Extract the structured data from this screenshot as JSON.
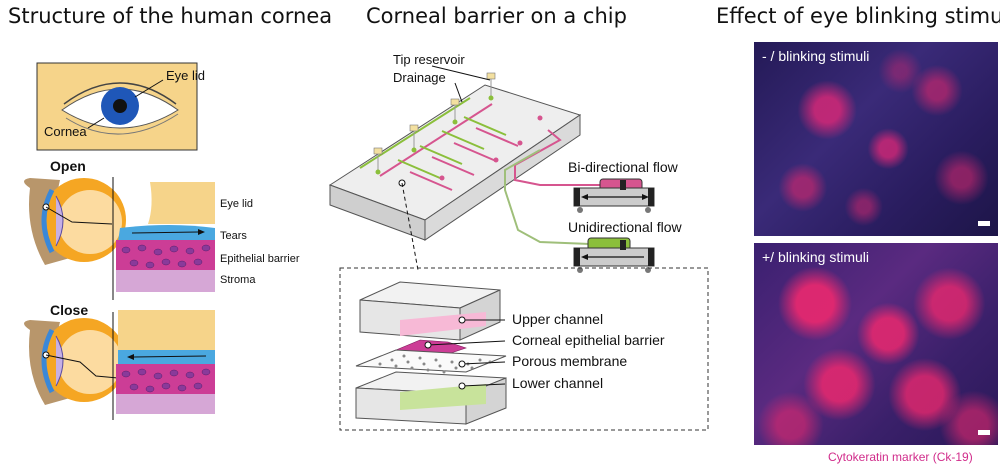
{
  "panels": {
    "left": {
      "title": "Structure of the human cornea",
      "eye_labels": {
        "eye_lid": "Eye lid",
        "cornea": "Cornea"
      },
      "open": {
        "heading": "Open",
        "layers": [
          "Eye lid",
          "Tears",
          "Epithelial barrier",
          "Stroma"
        ]
      },
      "close": {
        "heading": "Close"
      }
    },
    "middle": {
      "title": "Corneal barrier on a chip",
      "chip_labels": {
        "tip_reservoir": "Tip reservoir",
        "drainage": "Drainage"
      },
      "flows": {
        "bi": "Bi-directional flow",
        "uni": "Unidirectional flow"
      },
      "layers": [
        "Upper channel",
        "Corneal epithelial barrier",
        "Porous membrane",
        "Lower channel"
      ]
    },
    "right": {
      "title": "Effect of eye blinking stimuli",
      "images": [
        {
          "caption": "- / blinking stimuli"
        },
        {
          "caption": "+/ blinking stimuli"
        }
      ],
      "footer": "Cytokeratin marker (Ck-19)"
    }
  },
  "colors": {
    "eyelid": "#f6d48a",
    "tears": "#4aa8e0",
    "epithelium": "#cc3d96",
    "stroma": "#d6a7d6",
    "green_channel": "#8bbf3b",
    "pink_channel": "#d6558f",
    "footer_text": "#d12c8b"
  }
}
